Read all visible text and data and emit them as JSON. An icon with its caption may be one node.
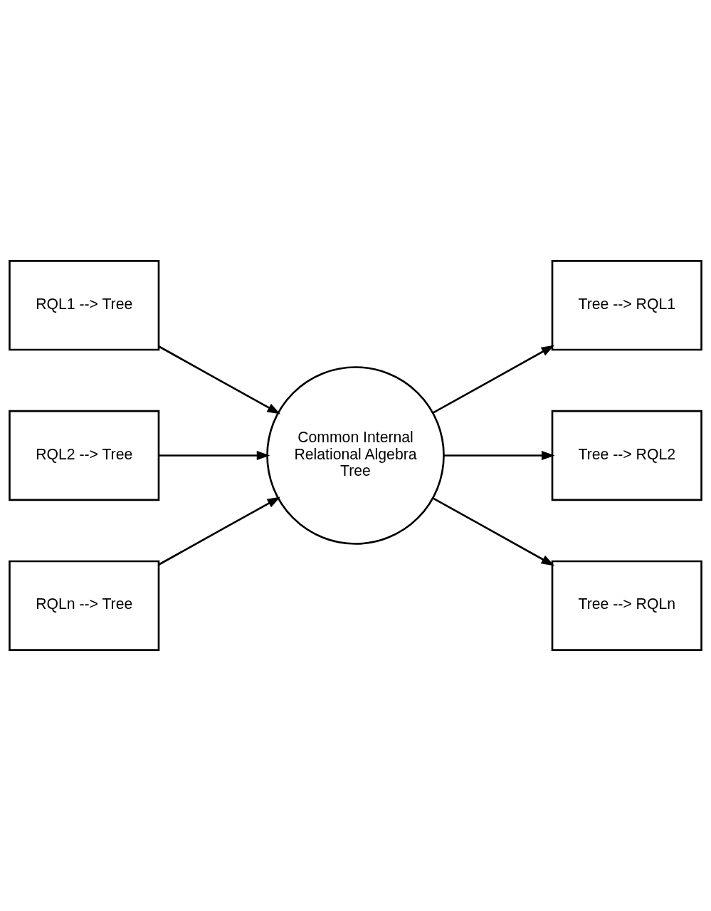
{
  "diagram": {
    "nodes": [
      {
        "text": [
          "RQL1 --> Tree"
        ]
      },
      {
        "text": [
          "Tree --> RQL1"
        ]
      },
      {
        "text": [
          "RQL2 --> Tree"
        ]
      },
      {
        "text": [
          "Tree --> RQL2"
        ]
      },
      {
        "text": [
          "Common Internal Relational Algebra Tree"
        ]
      },
      {
        "text": [
          "RQLn --> Tree"
        ]
      },
      {
        "text": [
          "Tree --> RQLn"
        ]
      }
    ],
    "edges": [
      {
        "from": 0,
        "to": 4,
        "arrow": "to"
      },
      {
        "from": 2,
        "to": 4,
        "arrow": "to"
      },
      {
        "from": 4,
        "to": 1,
        "arrow": "to"
      },
      {
        "from": 4,
        "to": 3,
        "arrow": "to"
      },
      {
        "from": 5,
        "to": 4,
        "arrow": "to"
      },
      {
        "from": 4,
        "to": 6,
        "arrow": "to"
      }
    ]
  }
}
